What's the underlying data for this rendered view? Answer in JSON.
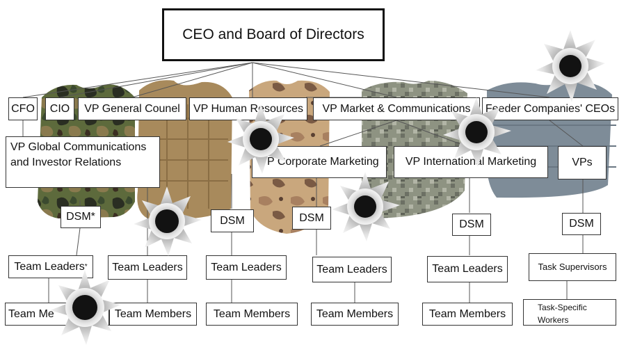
{
  "chart": {
    "ceo": "CEO and Board of Directors",
    "top_row": {
      "cfo": "CFO",
      "cio": "CIO",
      "vp_general_counsel": "VP General Counel",
      "vp_human_resources": "VP Human Resources",
      "vp_market_communications": "VP Market & Communications",
      "feeder_companies_ceos": "Feeder Companies' CEOs"
    },
    "vp_global_communications": "VP Global Communications and Investor Relations",
    "vp_corporate_marketing": "VP Corporate Marketing",
    "vp_international_marketing": "VP International Marketing",
    "vps": "VPs",
    "dsm_star": "DSM*",
    "dsm": "DSM",
    "team_leaders": "Team Leaders",
    "asterisk": "*",
    "team_members": "Team Members",
    "team_members_partial": "Team Me",
    "team_members_partial_end": "bers",
    "task_supervisors": "Task Supervisors",
    "task_specific_workers": "Task-Specific Workers"
  },
  "colors": {
    "woodland_camo": [
      "#3b4a2f",
      "#6b6a3e",
      "#2a2e22",
      "#8a7a4e"
    ],
    "coyote_tan": "#a88a5c",
    "desert_camo": [
      "#c9a77d",
      "#a88060",
      "#7a5a44"
    ],
    "digital_camo": [
      "#8e9382",
      "#6c7064",
      "#b2b5a6"
    ],
    "blue_gray": "#7e8c98",
    "bullet_hole_ring": "#b9b9b9",
    "bullet_hole_core": "#121212"
  }
}
